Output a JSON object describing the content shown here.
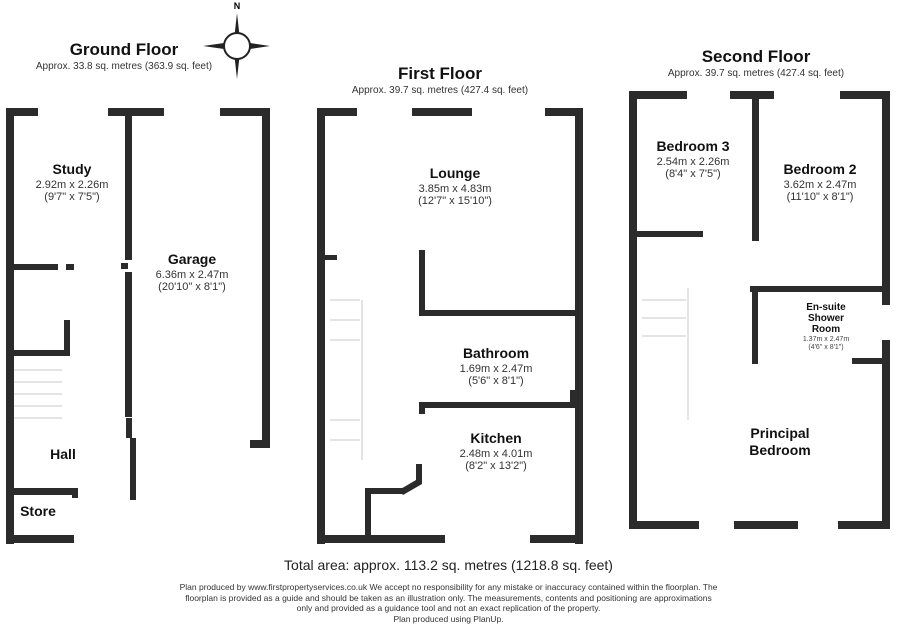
{
  "compass": {
    "north_label": "N"
  },
  "floors": {
    "ground": {
      "title": "Ground Floor",
      "area": "Approx. 33.8 sq. metres (363.9 sq. feet)"
    },
    "first": {
      "title": "First Floor",
      "area": "Approx. 39.7 sq. metres (427.4 sq. feet)"
    },
    "second": {
      "title": "Second Floor",
      "area": "Approx. 39.7 sq. metres (427.4 sq. feet)"
    }
  },
  "rooms": {
    "study": {
      "name": "Study",
      "metric": "2.92m x 2.26m",
      "imperial": "(9'7\" x 7'5\")"
    },
    "garage": {
      "name": "Garage",
      "metric": "6.36m x 2.47m",
      "imperial": "(20'10\" x 8'1\")"
    },
    "hall": {
      "name": "Hall"
    },
    "store": {
      "name": "Store"
    },
    "lounge": {
      "name": "Lounge",
      "metric": "3.85m x 4.83m",
      "imperial": "(12'7\" x 15'10\")"
    },
    "bathroom": {
      "name": "Bathroom",
      "metric": "1.69m x 2.47m",
      "imperial": "(5'6\" x 8'1\")"
    },
    "kitchen": {
      "name": "Kitchen",
      "metric": "2.48m x 4.01m",
      "imperial": "(8'2\" x 13'2\")"
    },
    "bedroom3": {
      "name": "Bedroom 3",
      "metric": "2.54m x 2.26m",
      "imperial": "(8'4\" x 7'5\")"
    },
    "bedroom2": {
      "name": "Bedroom 2",
      "metric": "3.62m x 2.47m",
      "imperial": "(11'10\" x 8'1\")"
    },
    "ensuite": {
      "name_line1": "En-suite",
      "name_line2": "Shower",
      "name_line3": "Room",
      "metric": "1.37m x 2.47m",
      "imperial": "(4'6\" x 8'1\")"
    },
    "principal": {
      "name_line1": "Principal",
      "name_line2": "Bedroom"
    }
  },
  "total_area": "Total area: approx. 113.2 sq. metres (1218.8 sq. feet)",
  "disclaimer": {
    "line1": "Plan produced by www.firstpropertyservices.co.uk  We accept no responsibility for any mistake or inaccuracy contained within the floorplan. The",
    "line2": "floorplan is provided as a guide and should be taken as an illustration only. The measurements, contents and positioning are approximations",
    "line3": "only and provided as a guidance tool and not an exact replication of the property.",
    "line4": "Plan produced using PlanUp."
  }
}
